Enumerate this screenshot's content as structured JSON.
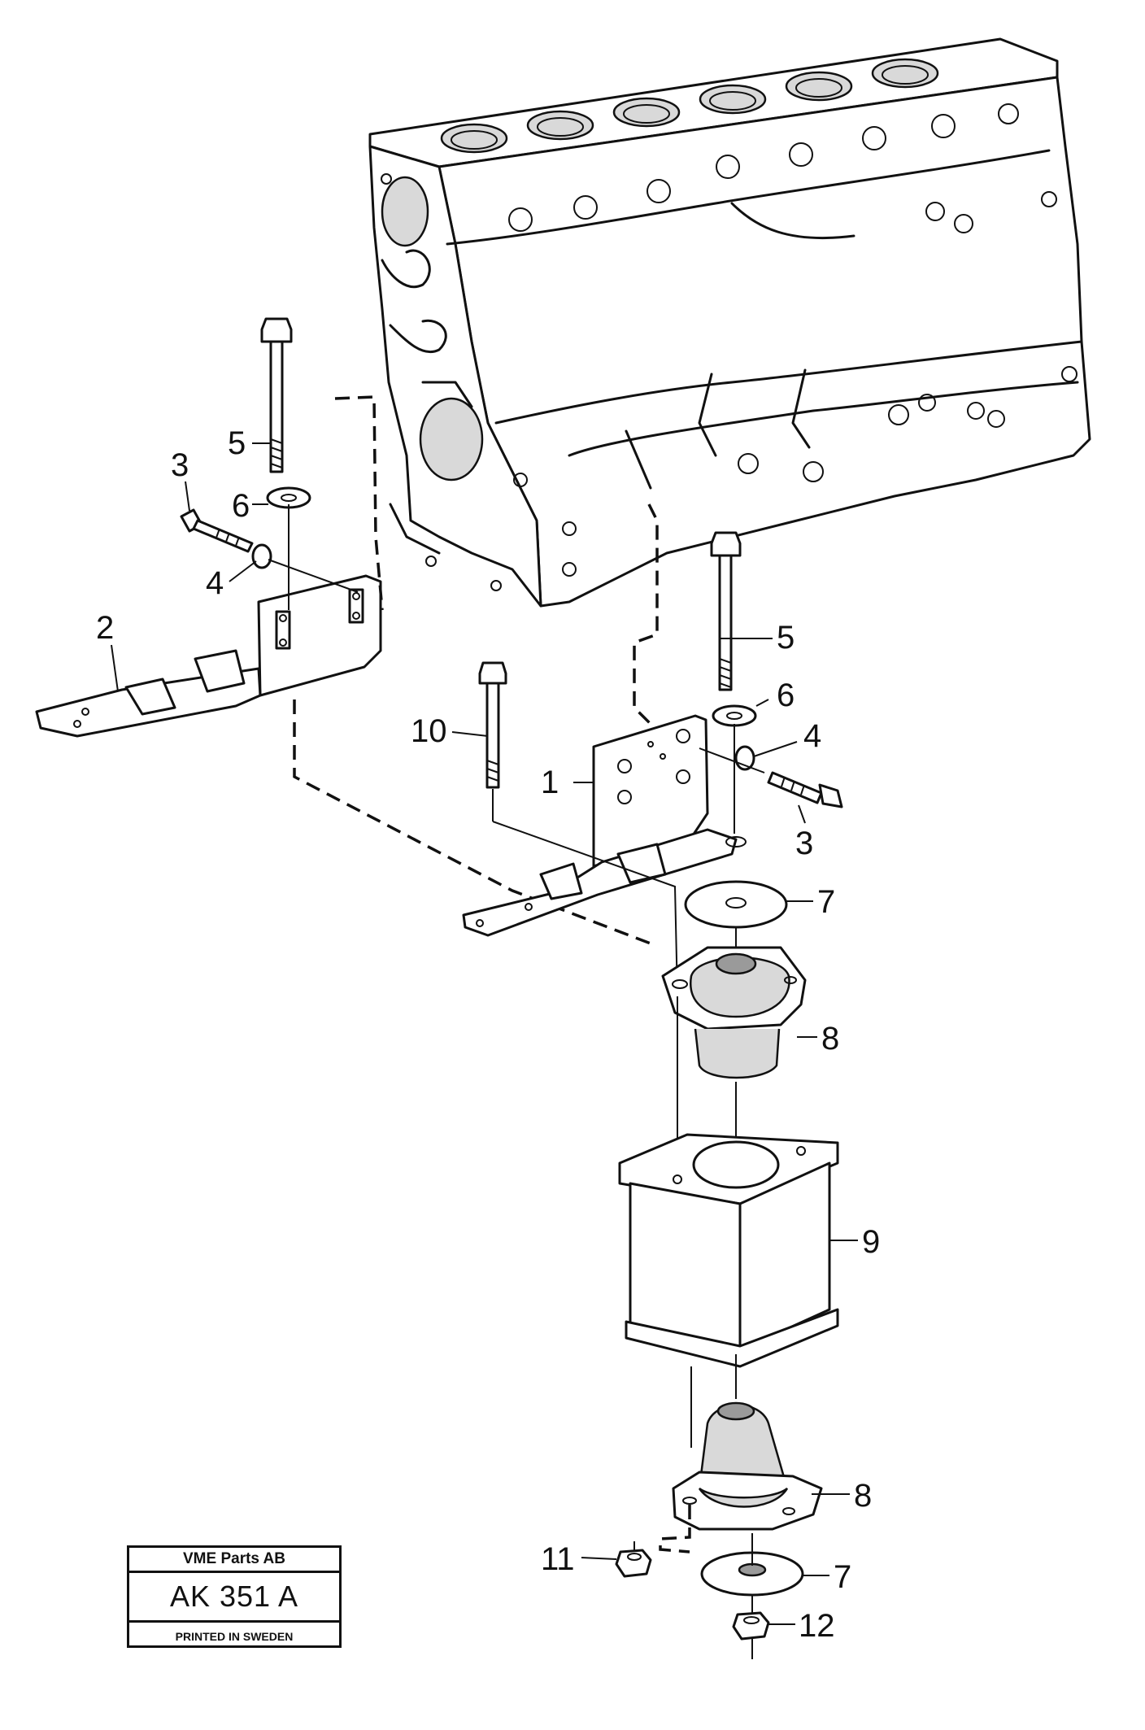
{
  "callouts": [
    "1",
    "2",
    "3",
    "3",
    "4",
    "4",
    "5",
    "5",
    "6",
    "6",
    "7",
    "7",
    "8",
    "8",
    "9",
    "10",
    "11",
    "12"
  ],
  "stamp": {
    "company": "VME Parts AB",
    "code": "AK 351 A",
    "printed": "PRINTED IN SWEDEN"
  }
}
